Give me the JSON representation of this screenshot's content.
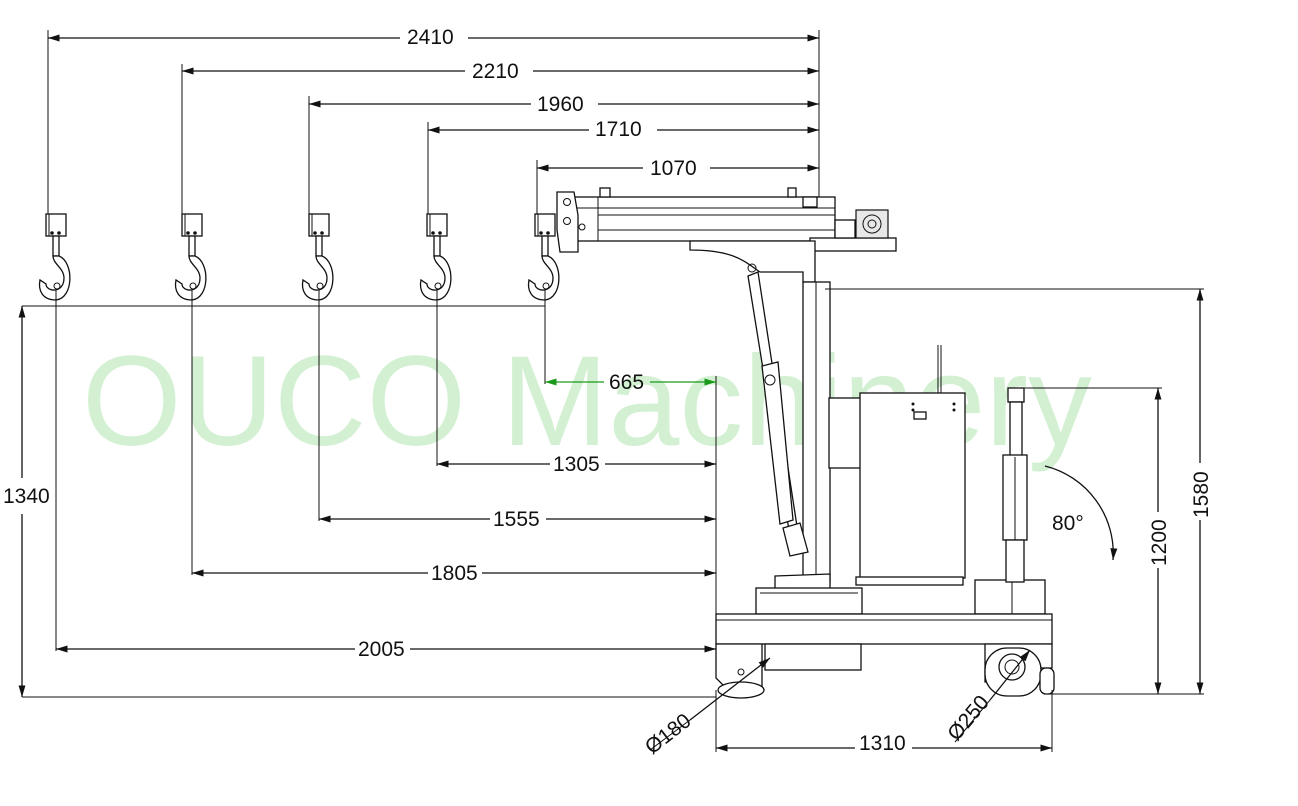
{
  "watermark": "OUCO  Machinery",
  "top_dimensions": [
    "2410",
    "2210",
    "1960",
    "1710",
    "1070"
  ],
  "horizontal_dimensions": [
    "665",
    "1305",
    "1555",
    "1805",
    "2005"
  ],
  "vertical_dimensions": {
    "left_height": "1340",
    "handle_height": "1200",
    "pivot_height": "1580"
  },
  "angle": "80°",
  "wheels": {
    "front": "Ø180",
    "rear": "Ø250"
  },
  "base_length": "1310",
  "colors": {
    "line": "#111111",
    "watermark": "#3cc03c",
    "highlight": "#1a9a1a"
  }
}
